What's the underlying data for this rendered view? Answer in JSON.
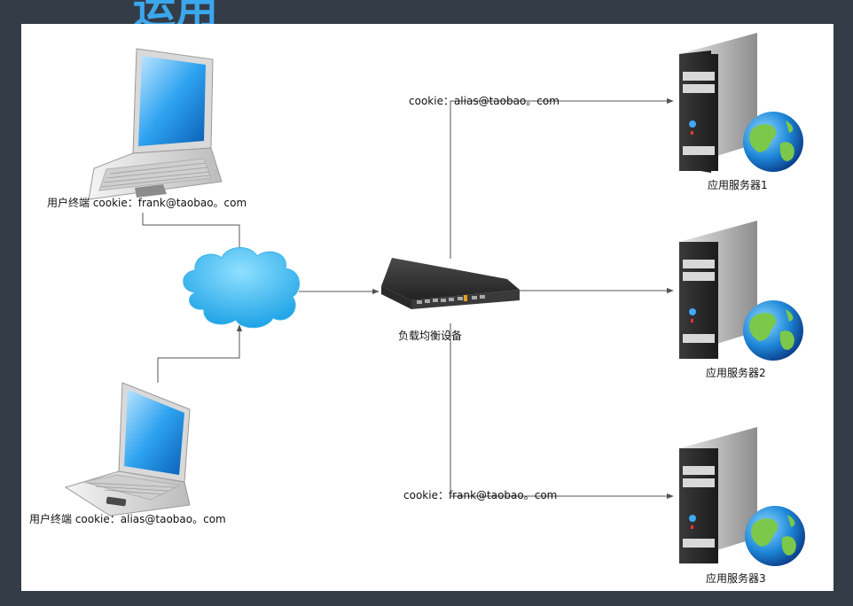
{
  "slide_title_fragment": "运用",
  "nodes": {
    "client1": {
      "label": "用户终端  cookie：frank@taobao。com"
    },
    "client2": {
      "label": "用户终端  cookie：alias@taobao。com"
    },
    "lb": {
      "label": "负载均衡设备"
    },
    "server1": {
      "label": "应用服务器1"
    },
    "server2": {
      "label": "应用服务器2"
    },
    "server3": {
      "label": "应用服务器3"
    }
  },
  "edges": [
    {
      "from": "client1",
      "to": "cloud"
    },
    {
      "from": "client2",
      "to": "cloud"
    },
    {
      "from": "cloud",
      "to": "lb"
    },
    {
      "from": "lb",
      "to": "server1",
      "label": "cookie：alias@taobao。com"
    },
    {
      "from": "lb",
      "to": "server2"
    },
    {
      "from": "lb",
      "to": "server3",
      "label": "cookie：frank@taobao。com"
    }
  ]
}
